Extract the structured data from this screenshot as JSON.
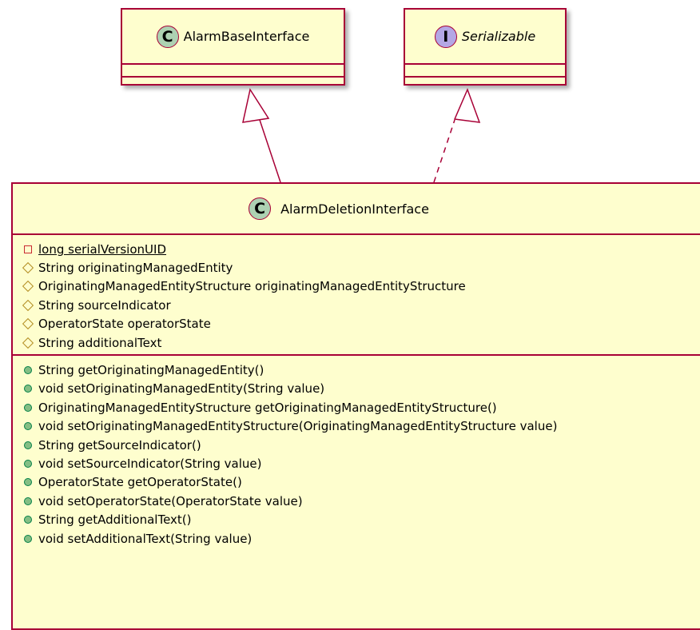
{
  "parents": [
    {
      "kind": "class",
      "stereotype_letter": "C",
      "name": "AlarmBaseInterface",
      "italic": false
    },
    {
      "kind": "interface",
      "stereotype_letter": "I",
      "name": "Serializable",
      "italic": true
    }
  ],
  "main_class": {
    "kind": "class",
    "stereotype_letter": "C",
    "name": "AlarmDeletionInterface",
    "fields": [
      {
        "visibility": "private",
        "static": true,
        "text": "long serialVersionUID"
      },
      {
        "visibility": "protected",
        "static": false,
        "text": "String originatingManagedEntity"
      },
      {
        "visibility": "protected",
        "static": false,
        "text": "OriginatingManagedEntityStructure originatingManagedEntityStructure"
      },
      {
        "visibility": "protected",
        "static": false,
        "text": "String sourceIndicator"
      },
      {
        "visibility": "protected",
        "static": false,
        "text": "OperatorState operatorState"
      },
      {
        "visibility": "protected",
        "static": false,
        "text": "String additionalText"
      }
    ],
    "methods": [
      {
        "visibility": "public",
        "text": "String getOriginatingManagedEntity()"
      },
      {
        "visibility": "public",
        "text": "void setOriginatingManagedEntity(String value)"
      },
      {
        "visibility": "public",
        "text": "OriginatingManagedEntityStructure getOriginatingManagedEntityStructure()"
      },
      {
        "visibility": "public",
        "text": "void setOriginatingManagedEntityStructure(OriginatingManagedEntityStructure value)"
      },
      {
        "visibility": "public",
        "text": "String getSourceIndicator()"
      },
      {
        "visibility": "public",
        "text": "void setSourceIndicator(String value)"
      },
      {
        "visibility": "public",
        "text": "OperatorState getOperatorState()"
      },
      {
        "visibility": "public",
        "text": "void setOperatorState(OperatorState value)"
      },
      {
        "visibility": "public",
        "text": "String getAdditionalText()"
      },
      {
        "visibility": "public",
        "text": "void setAdditionalText(String value)"
      }
    ]
  },
  "relations": [
    {
      "from": "AlarmDeletionInterface",
      "to": "AlarmBaseInterface",
      "type": "extends"
    },
    {
      "from": "AlarmDeletionInterface",
      "to": "Serializable",
      "type": "implements"
    }
  ],
  "colors": {
    "box_fill": "#FEFECE",
    "box_border": "#A80036",
    "class_circle": "#ADD1B2",
    "interface_circle": "#B4A7E5",
    "private": "#C82930",
    "protected": "#B38D22",
    "public": "#84BE84"
  }
}
